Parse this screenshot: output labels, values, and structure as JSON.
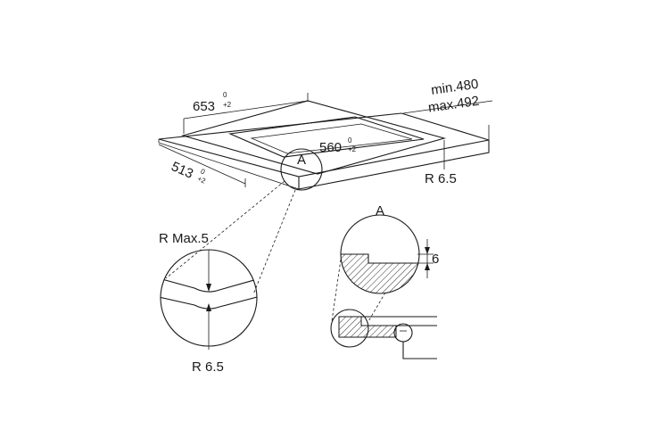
{
  "dimensions": {
    "width": {
      "value": "653",
      "tol_upper": "0",
      "tol_lower": "+2"
    },
    "depth": {
      "value": "513",
      "tol_upper": "0",
      "tol_lower": "+2"
    },
    "cutout_width": {
      "value": "560",
      "tol_upper": "0",
      "tol_lower": "+2"
    },
    "worktop_min": "min.480",
    "worktop_max": "max.492",
    "radius_top": "R 6.5"
  },
  "detail_view": {
    "marker": "A",
    "title": "A",
    "height": "6"
  },
  "edge_detail": {
    "radius_max": "R Max.5",
    "radius": "R 6.5"
  }
}
